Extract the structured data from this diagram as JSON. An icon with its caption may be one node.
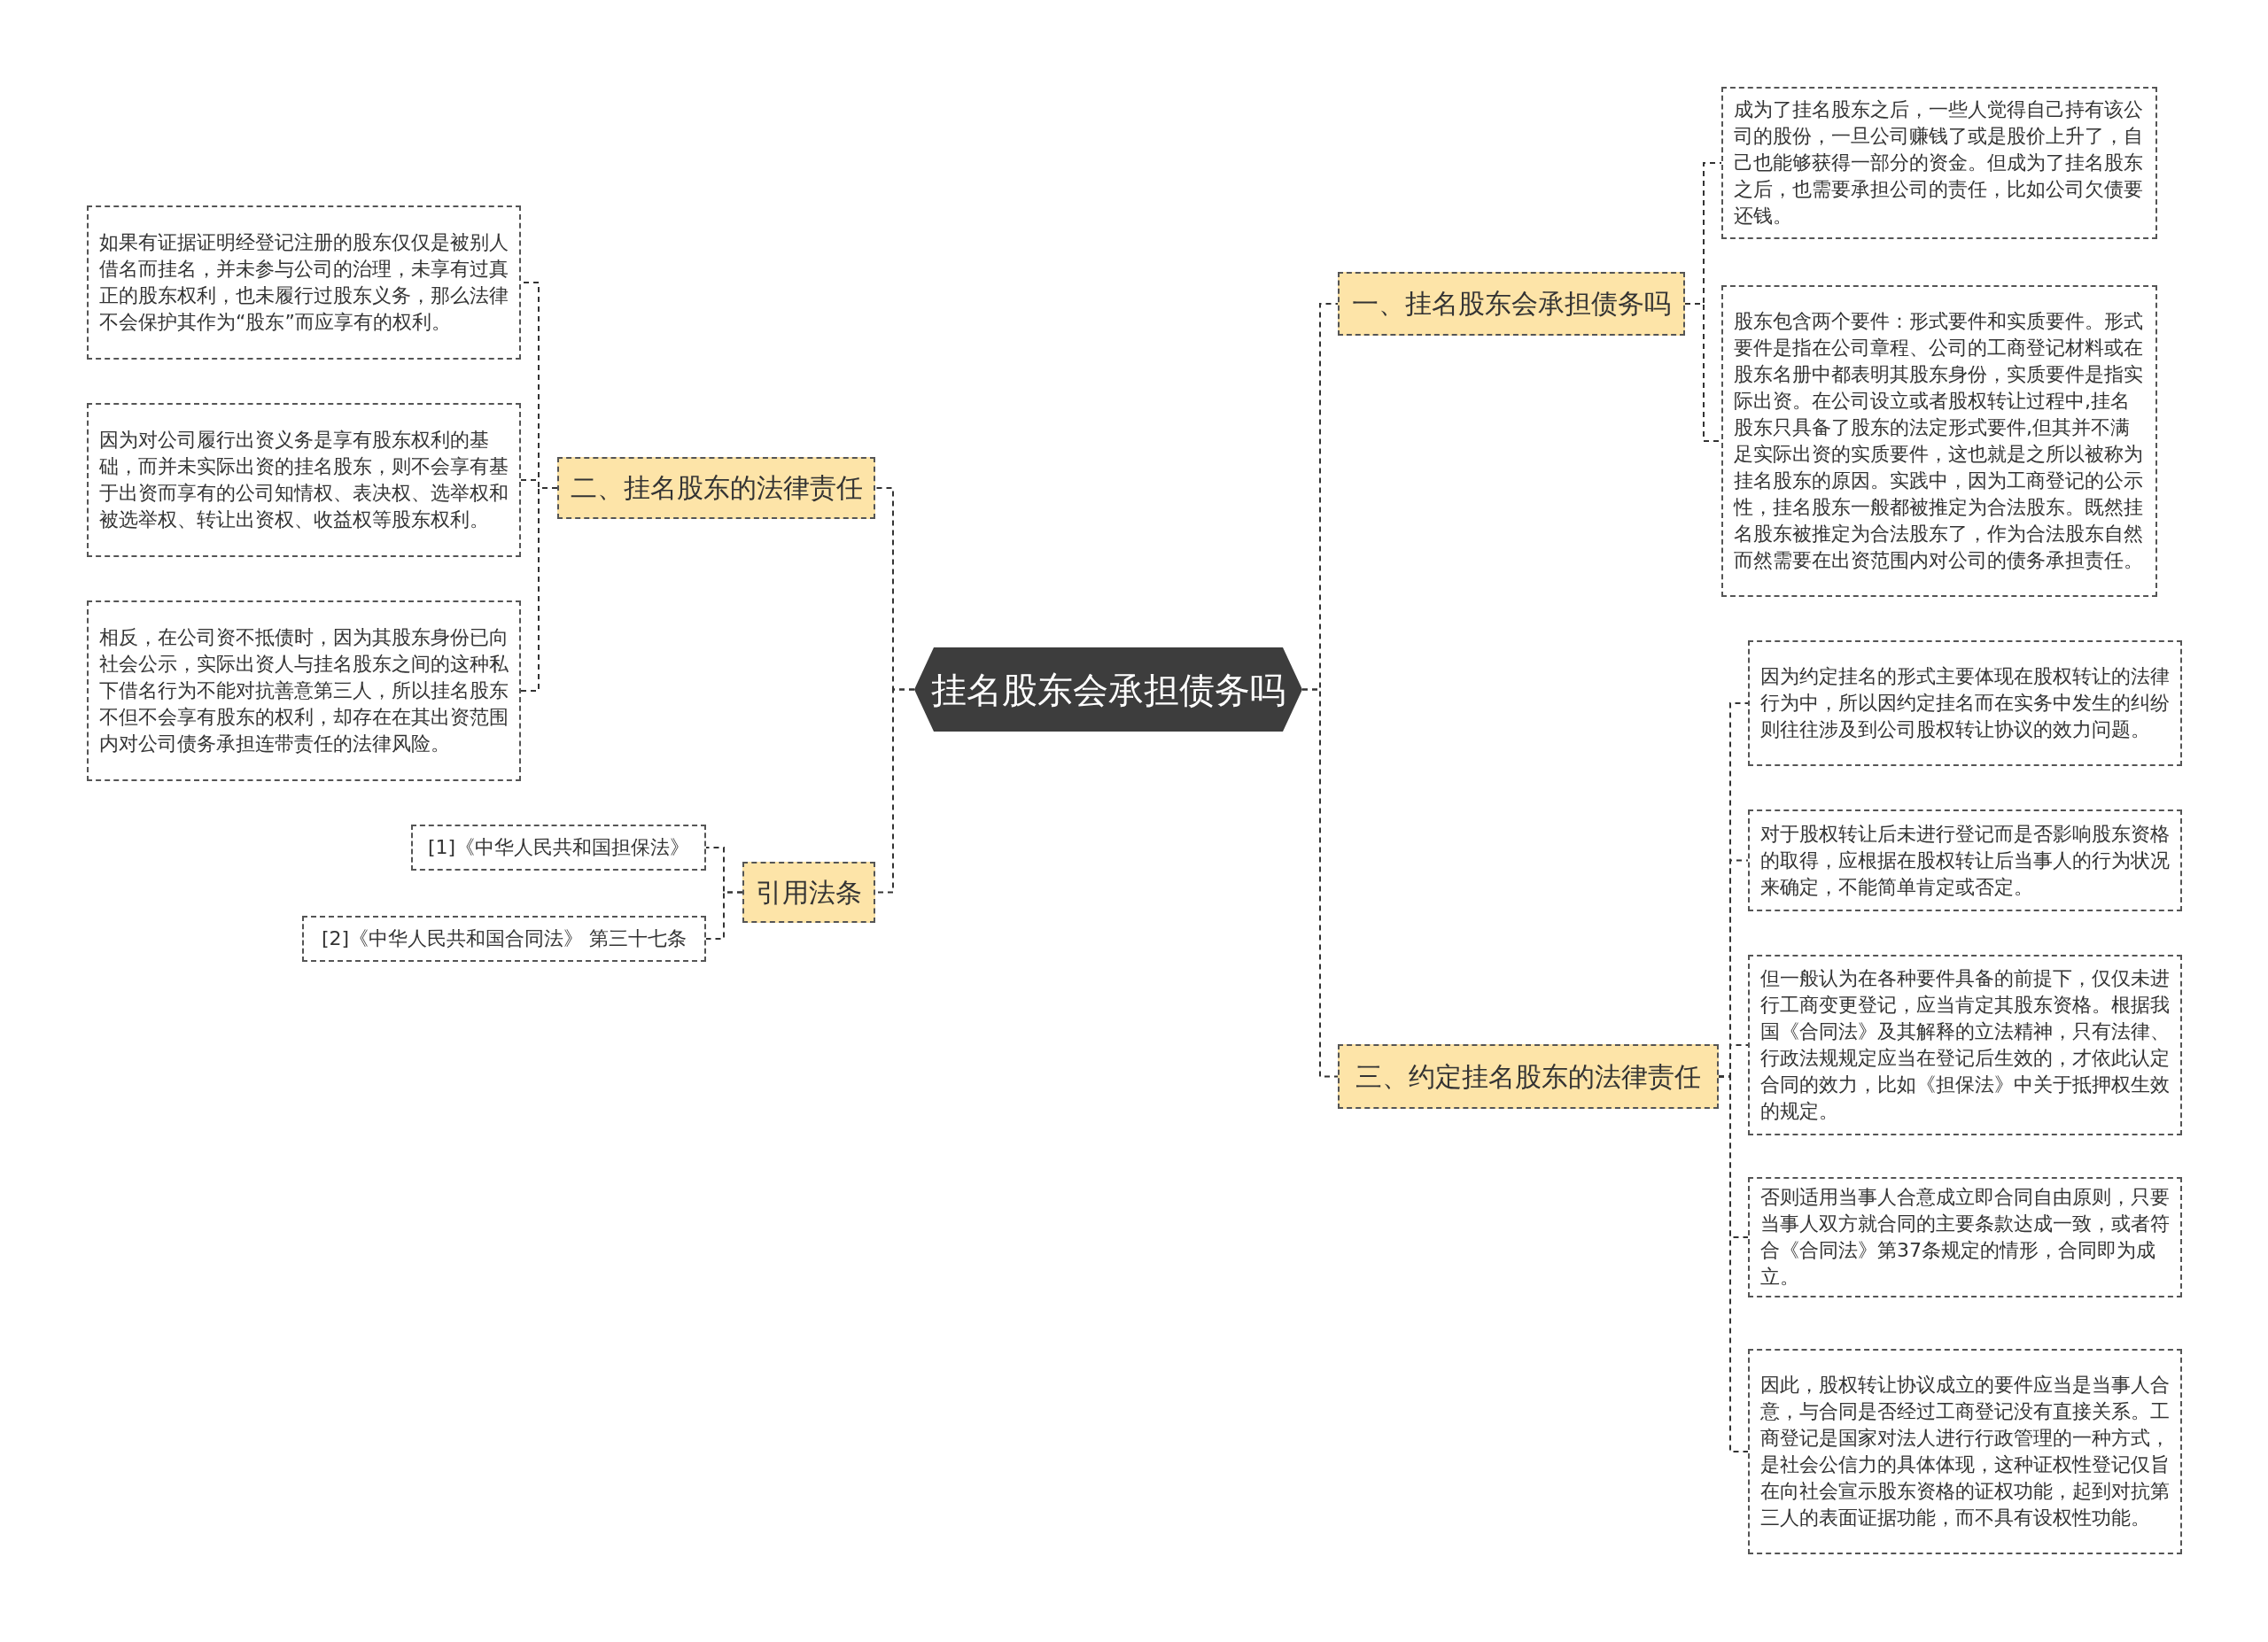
{
  "diagram": {
    "nodes": [
      {
        "text": [
          "挂名股东会承担债务吗"
        ]
      },
      {
        "text": [
          "一、挂名股东会承担债务吗"
        ]
      },
      {
        "text": [
          "成为了挂名股东之后，一些人觉得自己持有该公司的股份，一旦公司赚钱了或是股价上升了，自己也能够获得一部分的资金。但成为了挂名股东之后，也需要承担公司的责任，比如公司欠债要还钱。"
        ]
      },
      {
        "text": [
          "股东包含两个要件：形式要件和实质要件。形式要件是指在公司章程、公司的工商登记材料或在股东名册中都表明其股东身份，实质要件是指实际出资。在公司设立或者股权转让过程中,挂名股东只具备了股东的法定形式要件,但其并不满足实际出资的实质要件，这也就是之所以被称为挂名股东的原因。实践中，因为工商登记的公示性，挂名股东一般都被推定为合法股东。既然挂名股东被推定为合法股东了，作为合法股东自然而然需要在出资范围内对公司的债务承担责任。"
        ]
      },
      {
        "text": [
          "二、挂名股东的法律责任"
        ]
      },
      {
        "text": [
          "如果有证据证明经登记注册的股东仅仅是被别人借名而挂名，并未参与公司的治理，未享有过真正的股东权利，也未履行过股东义务，那么法律不会保护其作为“股东”而应享有的权利。"
        ]
      },
      {
        "text": [
          "因为对公司履行出资义务是享有股东权利的基础，而并未实际出资的挂名股东，则不会享有基于出资而享有的公司知情权、表决权、选举权和被选举权、转让出资权、收益权等股东权利。"
        ]
      },
      {
        "text": [
          "相反，在公司资不抵债时，因为其股东身份已向社会公示，实际出资人与挂名股东之间的这种私下借名行为不能对抗善意第三人，所以挂名股东不但不会享有股东的权利，却存在在其出资范围内对公司债务承担连带责任的法律风险。"
        ]
      },
      {
        "text": [
          "引用法条"
        ]
      },
      {
        "text": [
          "[1]《中华人民共和国担保法》"
        ]
      },
      {
        "text": [
          "[2]《中华人民共和国合同法》 第三十七条"
        ]
      },
      {
        "text": [
          "三、约定挂名股东的法律责任"
        ]
      },
      {
        "text": [
          "因为约定挂名的形式主要体现在股权转让的法律行为中，所以因约定挂名而在实务中发生的纠纷则往往涉及到公司股权转让协议的效力问题。"
        ]
      },
      {
        "text": [
          "对于股权转让后未进行登记而是否影响股东资格的取得，应根据在股权转让后当事人的行为状况来确定，不能简单肯定或否定。"
        ]
      },
      {
        "text": [
          "但一般认为在各种要件具备的前提下，仅仅未进行工商变更登记，应当肯定其股东资格。根据我国《合同法》及其解释的立法精神，只有法律、行政法规规定应当在登记后生效的，才依此认定合同的效力，比如《担保法》中关于抵押权生效的规定。"
        ]
      },
      {
        "text": [
          "否则适用当事人合意成立即合同自由原则，只要当事人双方就合同的主要条款达成一致，或者符合《合同法》第37条规定的情形，合同即为成立。"
        ]
      },
      {
        "text": [
          "因此，股权转让协议成立的要件应当是当事人合意，与合同是否经过工商登记没有直接关系。工商登记是国家对法人进行行政管理的一种方式，是社会公信力的具体体现，这种证权性登记仅旨在向社会宣示股东资格的证权功能，起到对抗第三人的表面证据功能，而不具有设权性功能。"
        ]
      }
    ],
    "edges": [
      {
        "from": 0,
        "to": 1,
        "arrow": "none",
        "style": "dashed"
      },
      {
        "from": 1,
        "to": 2,
        "arrow": "none",
        "style": "dashed"
      },
      {
        "from": 1,
        "to": 3,
        "arrow": "none",
        "style": "dashed"
      },
      {
        "from": 0,
        "to": 4,
        "arrow": "none",
        "style": "dashed"
      },
      {
        "from": 4,
        "to": 5,
        "arrow": "none",
        "style": "dashed"
      },
      {
        "from": 4,
        "to": 6,
        "arrow": "none",
        "style": "dashed"
      },
      {
        "from": 4,
        "to": 7,
        "arrow": "none",
        "style": "dashed"
      },
      {
        "from": 0,
        "to": 8,
        "arrow": "none",
        "style": "dashed"
      },
      {
        "from": 8,
        "to": 9,
        "arrow": "none",
        "style": "dashed"
      },
      {
        "from": 8,
        "to": 10,
        "arrow": "none",
        "style": "dashed"
      },
      {
        "from": 0,
        "to": 11,
        "arrow": "none",
        "style": "dashed"
      },
      {
        "from": 11,
        "to": 12,
        "arrow": "none",
        "style": "dashed"
      },
      {
        "from": 11,
        "to": 13,
        "arrow": "none",
        "style": "dashed"
      },
      {
        "from": 11,
        "to": 14,
        "arrow": "none",
        "style": "dashed"
      },
      {
        "from": 11,
        "to": 15,
        "arrow": "none",
        "style": "dashed"
      },
      {
        "from": 11,
        "to": 16,
        "arrow": "none",
        "style": "dashed"
      }
    ]
  }
}
